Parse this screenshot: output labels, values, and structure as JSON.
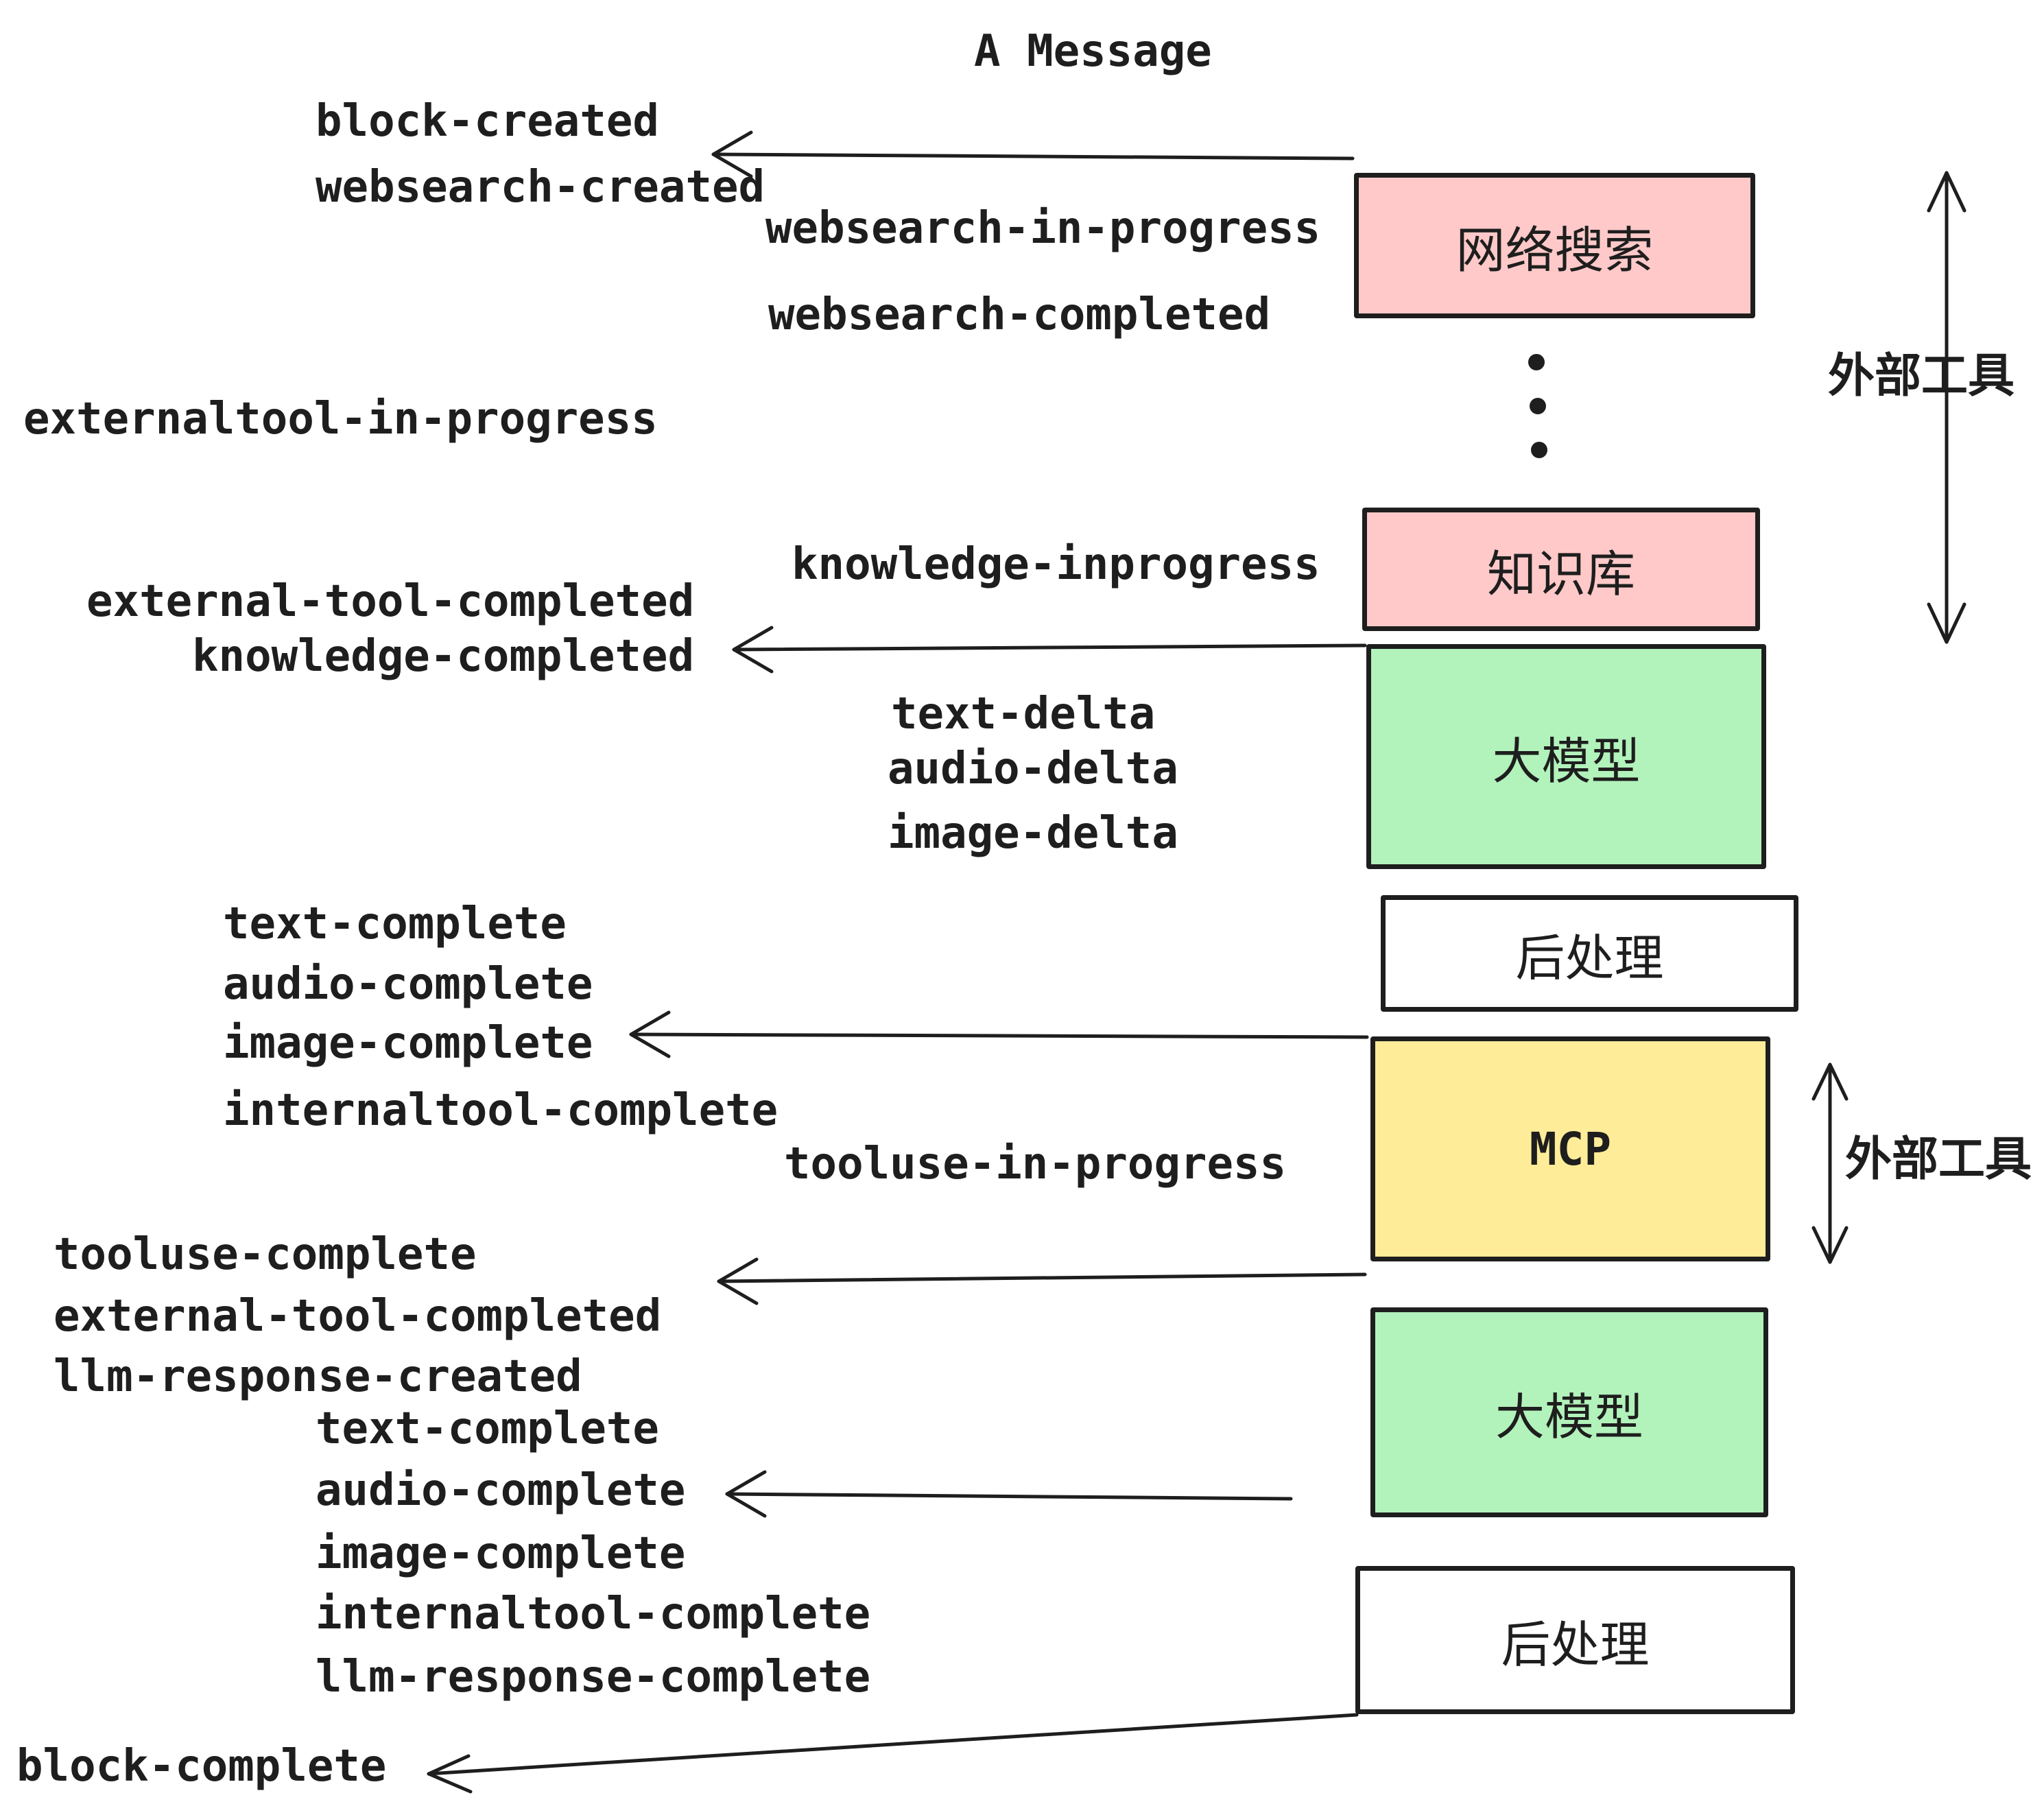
{
  "title": "A Message",
  "colors": {
    "pink": "#ffc9c9",
    "green": "#b2f2bb",
    "yellow": "#ffec99",
    "white": "#ffffff",
    "ink": "#1e1e1e"
  },
  "boxes": [
    {
      "label": "网络搜索"
    },
    {
      "label": "知识库"
    },
    {
      "label": "大模型"
    },
    {
      "label": "后处理"
    },
    {
      "label": "MCP"
    },
    {
      "label": "大模型"
    },
    {
      "label": "后处理"
    }
  ],
  "events": [
    "block-created",
    "websearch-created",
    "websearch-in-progress",
    "websearch-completed",
    "externaltool-in-progress",
    "knowledge-inprogress",
    "external-tool-completed",
    "knowledge-completed",
    "text-delta",
    "audio-delta",
    "image-delta",
    "text-complete",
    "audio-complete",
    "image-complete",
    "internaltool-complete",
    "tooluse-in-progress",
    "tooluse-complete",
    "external-tool-completed",
    "llm-response-created",
    "text-complete",
    "audio-complete",
    "image-complete",
    "internaltool-complete",
    "llm-response-complete",
    "block-complete"
  ],
  "side_labels": [
    "外部工具",
    "外部工具"
  ]
}
